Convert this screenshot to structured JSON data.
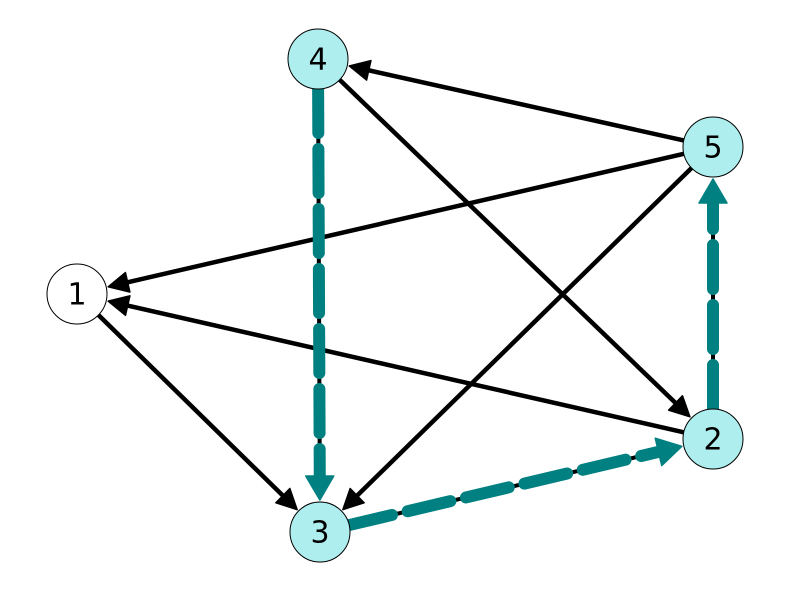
{
  "graph": {
    "colors": {
      "edge": "#000000",
      "highlight_edge": "#008080",
      "highlight_node": "#afeeee",
      "plain_node": "#ffffff",
      "node_stroke": "#000000"
    },
    "nodes": [
      {
        "id": "1",
        "label": "1",
        "highlighted": false
      },
      {
        "id": "2",
        "label": "2",
        "highlighted": true
      },
      {
        "id": "3",
        "label": "3",
        "highlighted": true
      },
      {
        "id": "4",
        "label": "4",
        "highlighted": true
      },
      {
        "id": "5",
        "label": "5",
        "highlighted": true
      }
    ],
    "edges": [
      {
        "from": "5",
        "to": "4",
        "highlighted": false
      },
      {
        "from": "5",
        "to": "1",
        "highlighted": false
      },
      {
        "from": "5",
        "to": "3",
        "highlighted": false
      },
      {
        "from": "4",
        "to": "2",
        "highlighted": false
      },
      {
        "from": "2",
        "to": "1",
        "highlighted": false
      },
      {
        "from": "1",
        "to": "3",
        "highlighted": false
      },
      {
        "from": "4",
        "to": "3",
        "highlighted": true
      },
      {
        "from": "3",
        "to": "2",
        "highlighted": true
      },
      {
        "from": "2",
        "to": "5",
        "highlighted": true
      }
    ]
  }
}
